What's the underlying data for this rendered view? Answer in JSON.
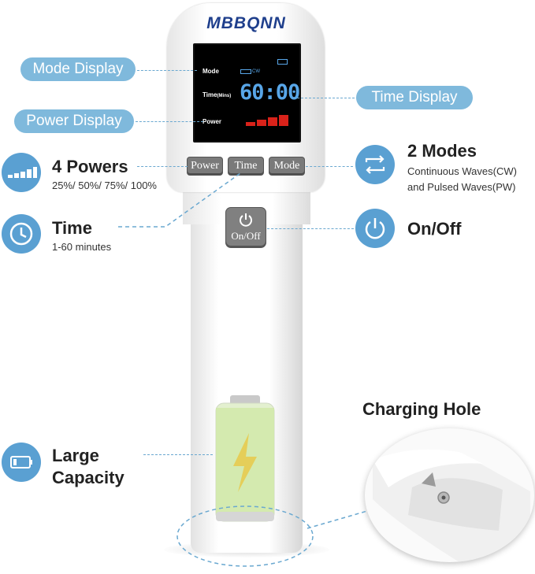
{
  "brand": "MBBQNN",
  "callouts": {
    "mode_display": "Mode Display",
    "time_display": "Time Display",
    "power_display": "Power Display"
  },
  "screen": {
    "mode_label": "Mode",
    "mode_value": "CW",
    "time_label": "Time",
    "time_unit": "(Mins)",
    "time_value": "60:00",
    "power_label": "Power",
    "power_level": 4,
    "power_max": 4
  },
  "buttons": {
    "power": "Power",
    "time": "Time",
    "mode": "Mode",
    "onoff": "On/Off"
  },
  "features": {
    "powers": {
      "title": "4 Powers",
      "subtitle": "25%/ 50%/ 75%/ 100%"
    },
    "time": {
      "title": "Time",
      "subtitle": "1-60 minutes"
    },
    "modes": {
      "title": "2 Modes",
      "line1": "Continuous Waves(CW)",
      "line2": "and Pulsed Waves(PW)"
    },
    "onoff": {
      "title": "On/Off"
    },
    "capacity": {
      "title_line1": "Large",
      "title_line2": "Capacity"
    },
    "charging": {
      "title": "Charging Hole"
    }
  },
  "colors": {
    "accent": "#5aa0d2",
    "pill": "#7fb9dc",
    "screen_digits": "#58a6e8",
    "power_bars": "#d9221a",
    "battery": "#c8e6a0"
  }
}
